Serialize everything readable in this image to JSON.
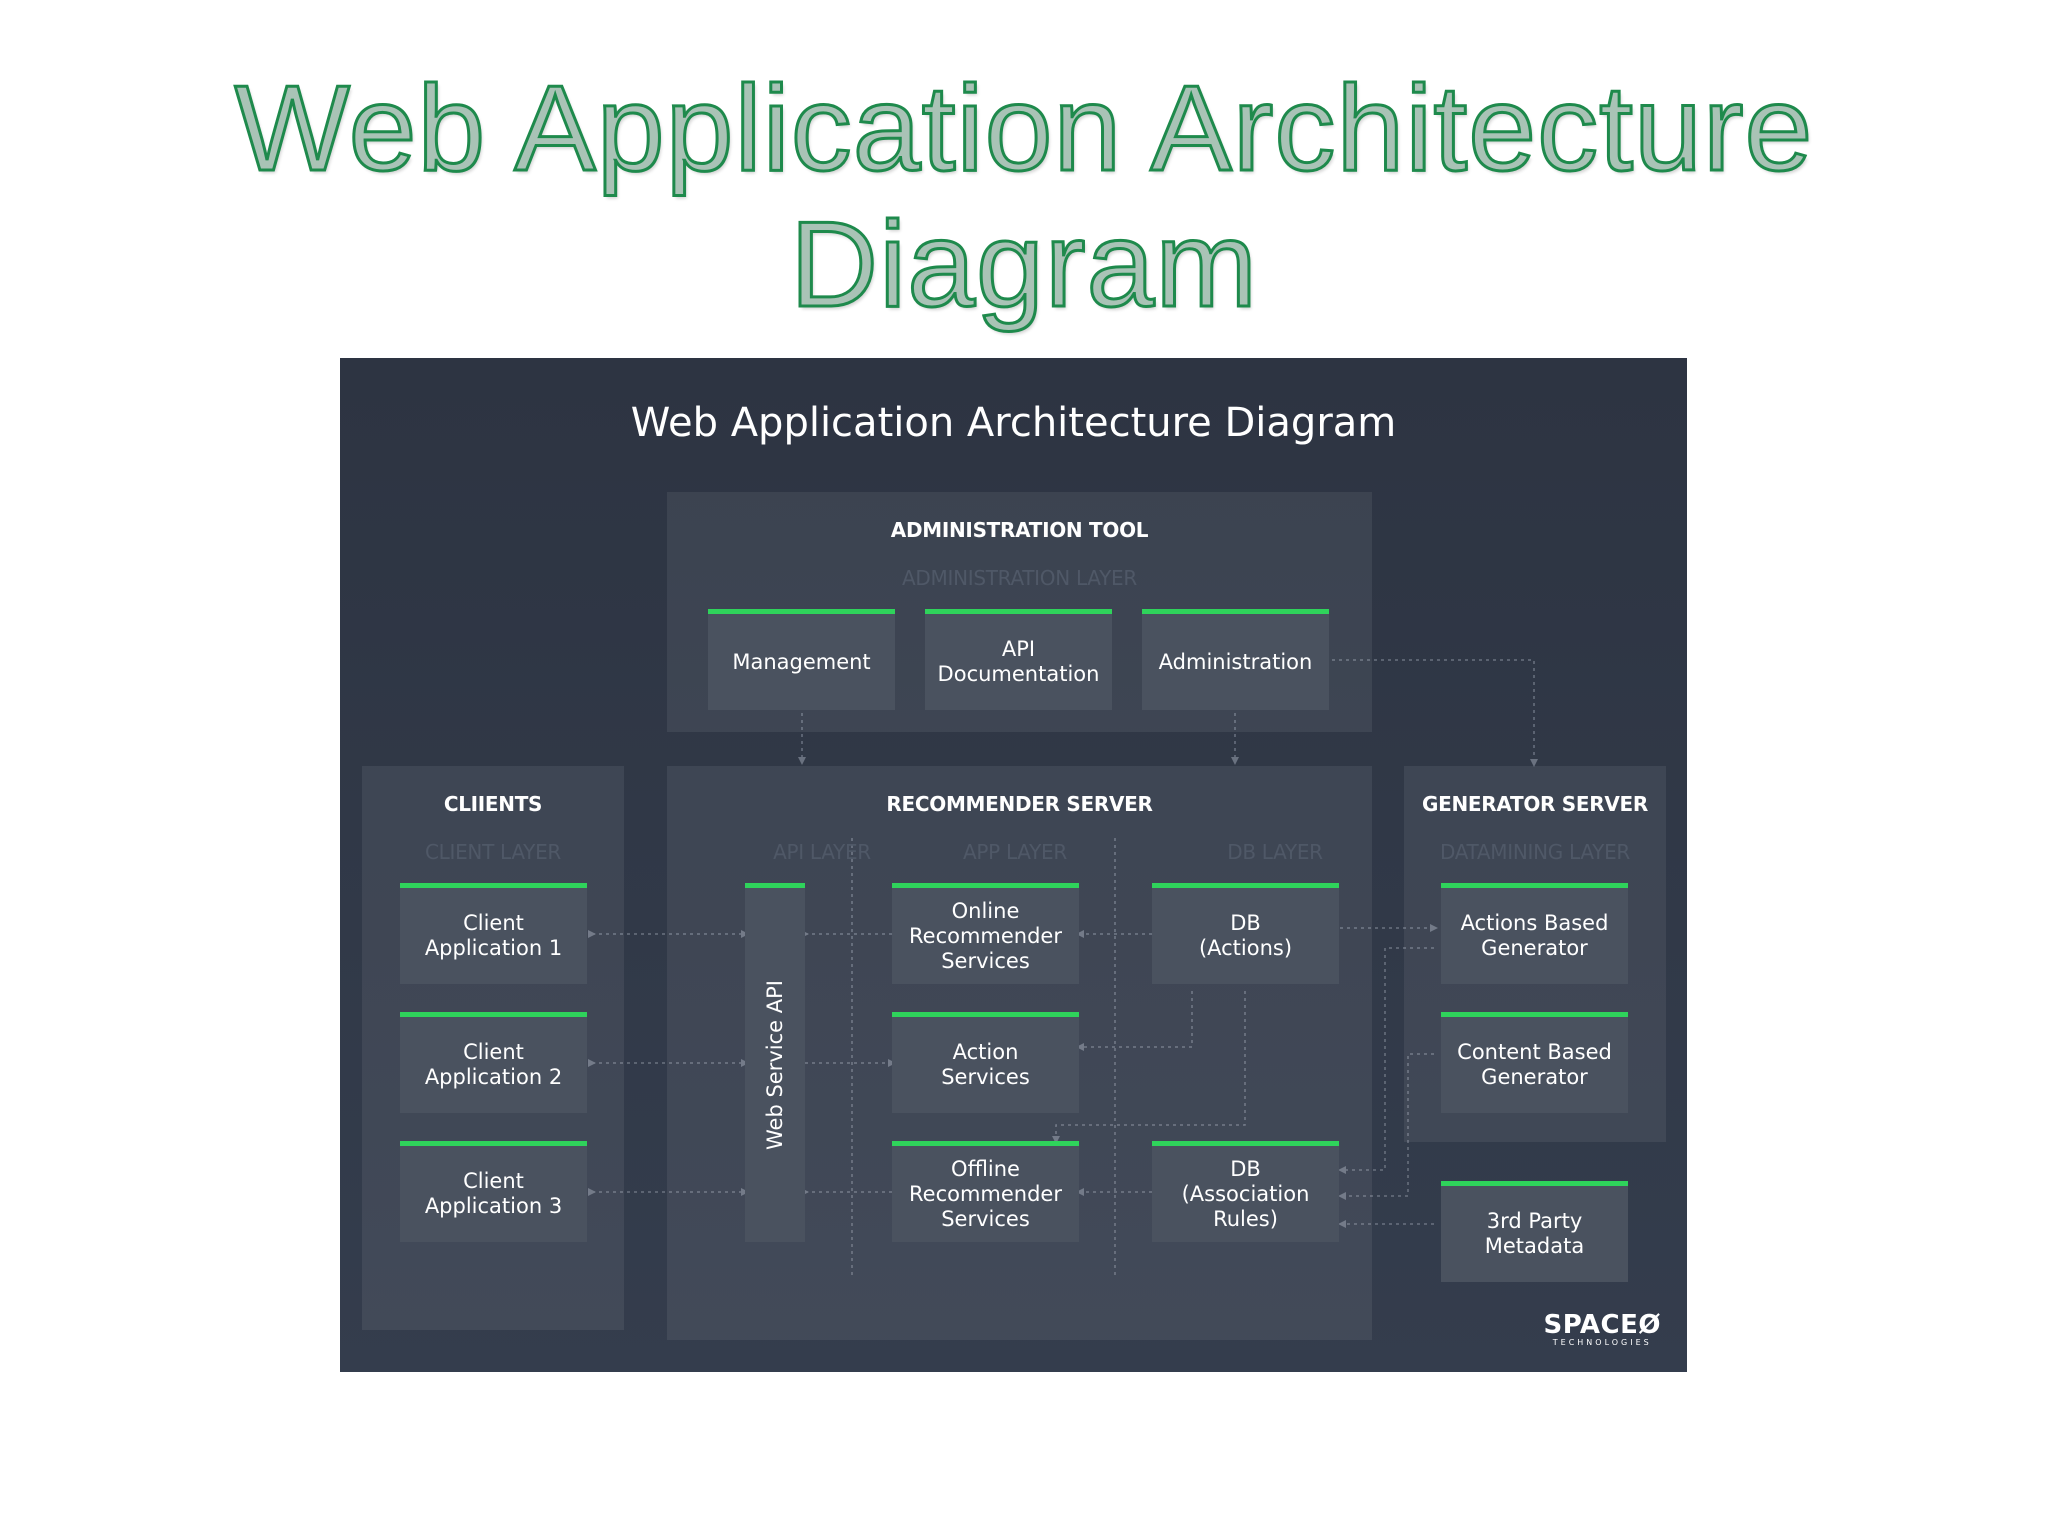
{
  "slide": {
    "title_line1": "Web Application Architecture",
    "title_line2": "Diagram"
  },
  "diagram": {
    "title": "Web Application Architecture Diagram",
    "accent_color": "#2fd35b",
    "groups": {
      "admin": {
        "title": "ADMINISTRATION TOOL",
        "layer": "ADMINISTRATION LAYER",
        "nodes": [
          "Management",
          "API\nDocumentation",
          "Administration"
        ]
      },
      "clients": {
        "title": "CLIIENTS",
        "layer": "CLIENT LAYER",
        "nodes": [
          "Client\nApplication 1",
          "Client\nApplication 2",
          "Client\nApplication 3"
        ]
      },
      "recommender": {
        "title": "RECOMMENDER SERVER",
        "layers": [
          "API LAYER",
          "APP LAYER",
          "DB LAYER"
        ],
        "api_node": "Web Service API",
        "app_nodes": [
          "Online\nRecommender\nServices",
          "Action\nServices",
          "Offline\nRecommender\nServices"
        ],
        "db_nodes": [
          "DB\n(Actions)",
          "DB\n(Association\nRules)"
        ]
      },
      "generator": {
        "title": "GENERATOR SERVER",
        "layer": "DATAMINING LAYER",
        "nodes": [
          "Actions Based\nGenerator",
          "Content Based\nGenerator"
        ]
      }
    },
    "external_node": "3rd Party\nMetadata",
    "logo": {
      "main": "SPACEØ",
      "sub": "TECHNOLOGIES"
    }
  }
}
